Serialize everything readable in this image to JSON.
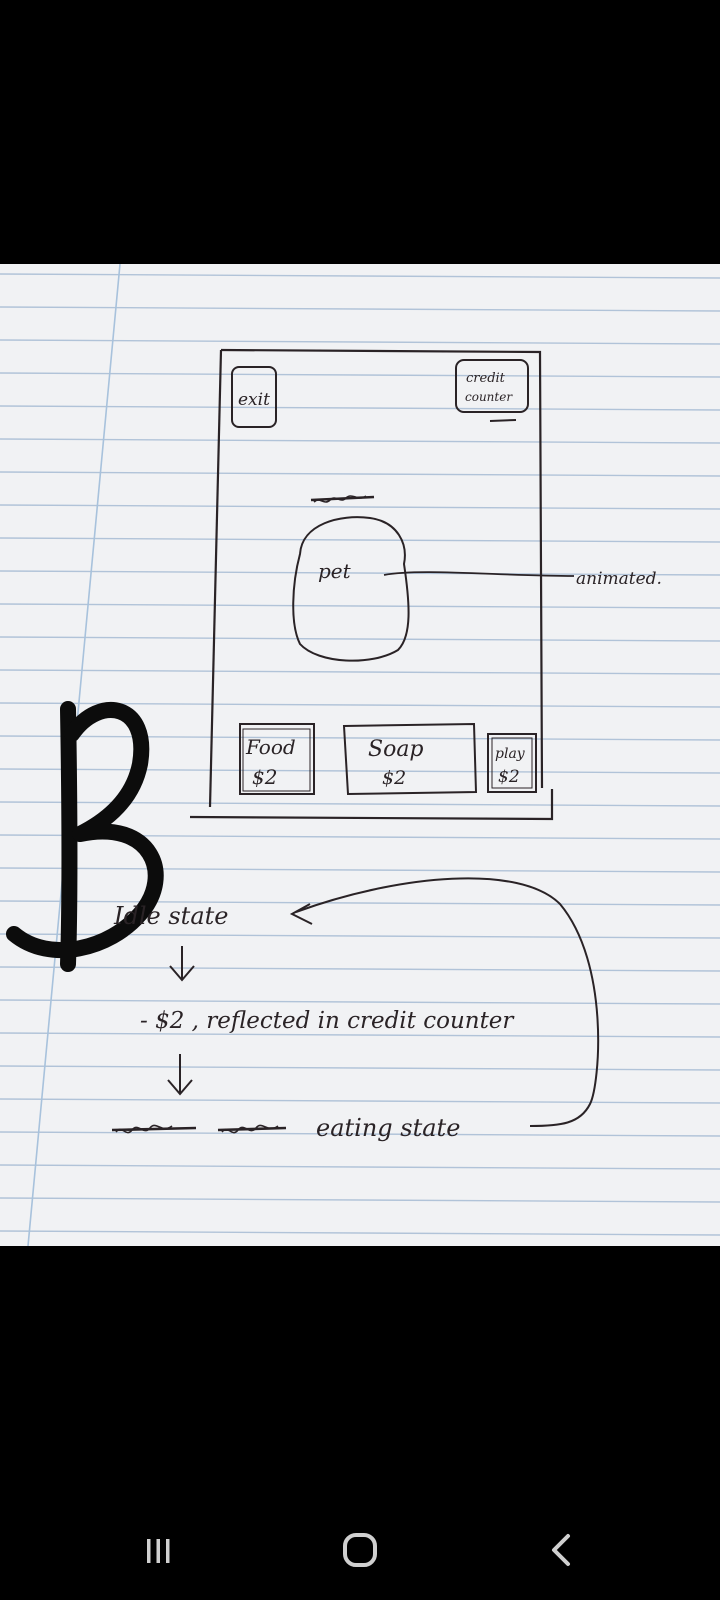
{
  "sketch": {
    "letter": "B",
    "screen": {
      "exit_button": "exit",
      "credit_counter_line1": "credit",
      "credit_counter_line2": "counter",
      "struck_word": "",
      "pet": "pet",
      "pet_annotation": "animated.",
      "buttons": [
        {
          "name": "Food",
          "price": "$2"
        },
        {
          "name": "Soap",
          "price": "$2"
        },
        {
          "name": "play",
          "price": "$2"
        }
      ]
    },
    "flow": {
      "idle": "Idle state",
      "charge": "- $2 , reflected in credit counter",
      "eating": "eating state"
    }
  },
  "navbar": {
    "recent_icon": "recent-apps-icon",
    "home_icon": "home-icon",
    "back_icon": "back-icon"
  },
  "colors": {
    "screen_bg": "#000000",
    "paper": "#f1f2f4",
    "rule_line": "#9cb4cf",
    "margin_line": "#a8c2dc",
    "ink": "#2a2326",
    "nav_icon": "#d0d0d0"
  }
}
